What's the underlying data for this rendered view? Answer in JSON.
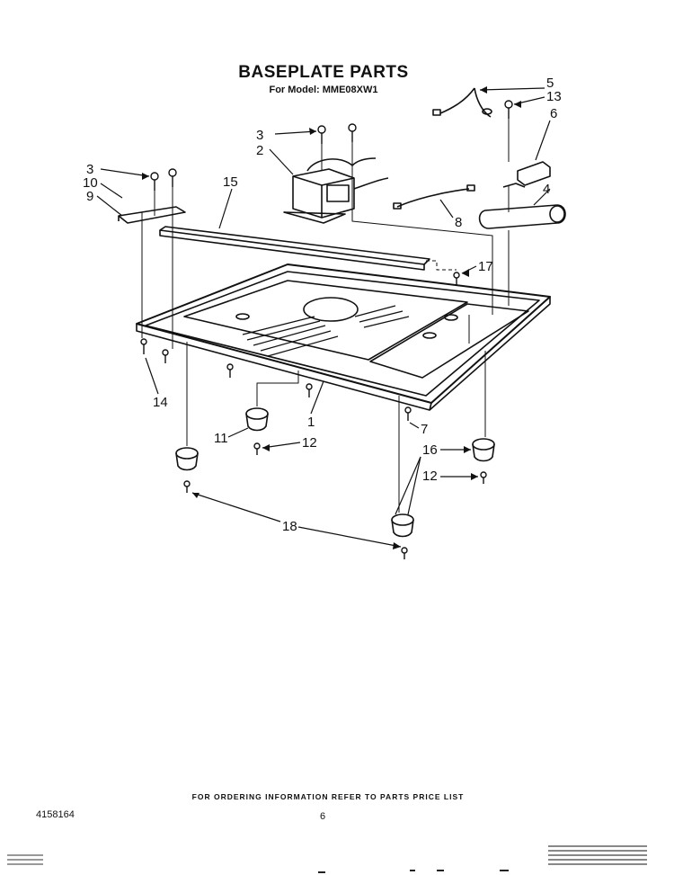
{
  "header": {
    "title": "BASEPLATE PARTS",
    "model_line": "For Model: MME08XW1"
  },
  "callouts": [
    {
      "id": "c1",
      "text": "1"
    },
    {
      "id": "c2",
      "text": "2"
    },
    {
      "id": "c3a",
      "text": "3"
    },
    {
      "id": "c3b",
      "text": "3"
    },
    {
      "id": "c4",
      "text": "4"
    },
    {
      "id": "c5",
      "text": "5"
    },
    {
      "id": "c6",
      "text": "6"
    },
    {
      "id": "c7",
      "text": "7"
    },
    {
      "id": "c8",
      "text": "8"
    },
    {
      "id": "c9",
      "text": "9"
    },
    {
      "id": "c10",
      "text": "10"
    },
    {
      "id": "c11",
      "text": "11"
    },
    {
      "id": "c12a",
      "text": "12"
    },
    {
      "id": "c12b",
      "text": "12"
    },
    {
      "id": "c13",
      "text": "13"
    },
    {
      "id": "c14",
      "text": "14"
    },
    {
      "id": "c15",
      "text": "15"
    },
    {
      "id": "c16",
      "text": "16"
    },
    {
      "id": "c17",
      "text": "17"
    },
    {
      "id": "c18",
      "text": "18"
    }
  ],
  "footer": {
    "ordering_note": "FOR ORDERING INFORMATION REFER TO PARTS PRICE LIST",
    "doc_number": "4158164",
    "page_number": "6"
  }
}
